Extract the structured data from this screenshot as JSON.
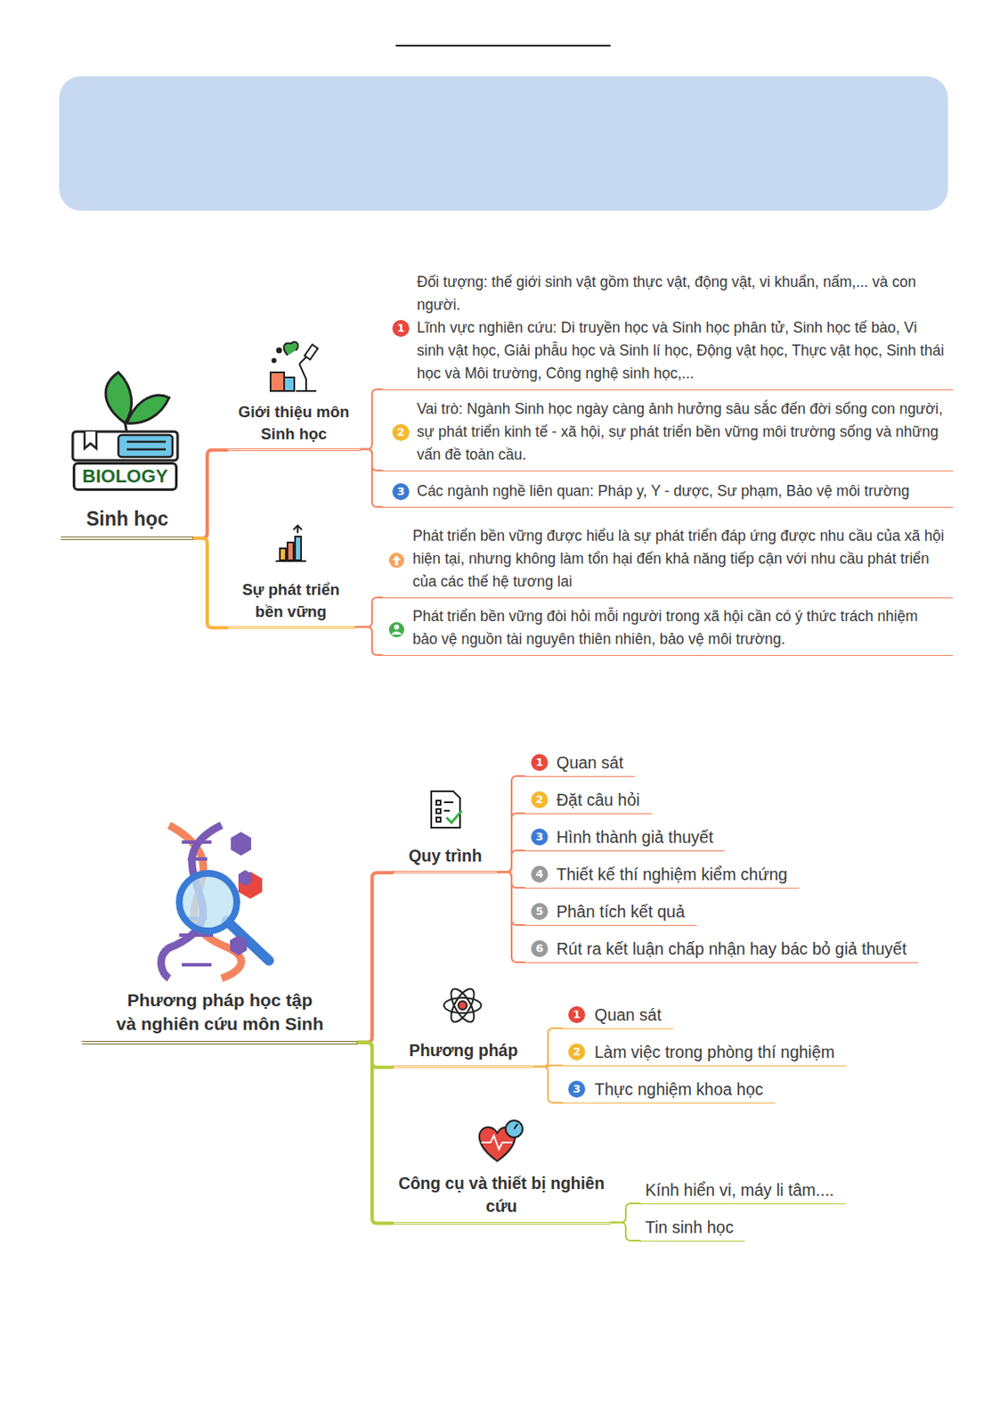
{
  "diagram": {
    "nodes": [
      {
        "text": [
          "Sinh học"
        ]
      },
      {
        "text": [
          "Giới thiệu môn Sinh học"
        ]
      },
      {
        "text": [
          "Đối tượng: thế giới sinh vật gồm thực vật, động vật, vi khuẩn, nấm,... và con người.",
          "Lĩnh vực nghiên cứu: Di truyền học và Sinh học phân tử, Sinh học tế bào, Vi sinh vật học, Giải phẫu học và Sinh lí học, Động vật học, Thực vật học, Sinh thái học và Môi trường, Công nghệ sinh học,..."
        ]
      },
      {
        "text": [
          "Vai trò: Ngành Sinh học ngày càng ảnh hưởng sâu sắc đến đời sống con người, sự phát triển kinh tế - xã hội, sự phát triển bền vững môi trường sống và những vấn đề toàn cầu."
        ]
      },
      {
        "text": [
          "Các ngành nghề liên quan: Pháp y, Y - dược, Sư phạm, Bảo vệ môi trường"
        ]
      },
      {
        "text": [
          "Sự phát triển bền vững"
        ]
      },
      {
        "text": [
          "Phát triển bền vững được hiểu là sự phát triển đáp ứng được nhu cầu của xã hội hiện tại, nhưng không làm tổn hại đến khả năng tiếp cận với nhu cầu phát triển của các thế hệ tương lai"
        ]
      },
      {
        "text": [
          "Phát triển bền vững đòi hỏi mỗi người trong xã hội cần có ý thức trách nhiệm bảo vệ nguồn tài nguyên thiên nhiên, bảo vệ môi trường."
        ]
      },
      {
        "text": [
          "Phương pháp học tập và nghiên cứu môn Sinh"
        ]
      },
      {
        "text": [
          "Quy trình"
        ]
      },
      {
        "text": [
          "Quan sát"
        ]
      },
      {
        "text": [
          "Đặt câu hỏi"
        ]
      },
      {
        "text": [
          "Hình thành giả thuyết"
        ]
      },
      {
        "text": [
          "Thiết kế thí nghiệm kiểm chứng"
        ]
      },
      {
        "text": [
          "Phân tích kết quả"
        ]
      },
      {
        "text": [
          "Rút ra kết luận chấp nhận hay bác bỏ giả thuyết"
        ]
      },
      {
        "text": [
          "Phương pháp"
        ]
      },
      {
        "text": [
          "Quan sát"
        ]
      },
      {
        "text": [
          "Làm việc trong phòng thí nghiệm"
        ]
      },
      {
        "text": [
          "Thực nghiệm khoa học"
        ]
      },
      {
        "text": [
          "Công cụ và thiết bị nghiên cứu"
        ]
      },
      {
        "text": [
          "Kính hiển vi, máy li tâm...."
        ]
      },
      {
        "text": [
          "Tin sinh học"
        ]
      }
    ],
    "edges": [
      {
        "from": 0,
        "to": 1,
        "arrow": "none"
      },
      {
        "from": 0,
        "to": 5,
        "arrow": "none"
      },
      {
        "from": 1,
        "to": 2,
        "arrow": "none"
      },
      {
        "from": 1,
        "to": 3,
        "arrow": "none"
      },
      {
        "from": 1,
        "to": 4,
        "arrow": "none"
      },
      {
        "from": 5,
        "to": 6,
        "arrow": "none"
      },
      {
        "from": 5,
        "to": 7,
        "arrow": "none"
      },
      {
        "from": 8,
        "to": 9,
        "arrow": "none"
      },
      {
        "from": 8,
        "to": 16,
        "arrow": "none"
      },
      {
        "from": 8,
        "to": 20,
        "arrow": "none"
      },
      {
        "from": 9,
        "to": 10,
        "arrow": "none"
      },
      {
        "from": 9,
        "to": 11,
        "arrow": "none"
      },
      {
        "from": 9,
        "to": 12,
        "arrow": "none"
      },
      {
        "from": 9,
        "to": 13,
        "arrow": "none"
      },
      {
        "from": 9,
        "to": 14,
        "arrow": "none"
      },
      {
        "from": 9,
        "to": 15,
        "arrow": "none"
      },
      {
        "from": 16,
        "to": 17,
        "arrow": "none"
      },
      {
        "from": 16,
        "to": 18,
        "arrow": "none"
      },
      {
        "from": 16,
        "to": 19,
        "arrow": "none"
      },
      {
        "from": 20,
        "to": 21,
        "arrow": "none"
      },
      {
        "from": 20,
        "to": 22,
        "arrow": "none"
      }
    ],
    "labels": [
      "BIOLOGY",
      "1",
      "2",
      "3",
      "1",
      "2",
      "3",
      "4",
      "5",
      "6",
      "1",
      "2",
      "3"
    ]
  }
}
